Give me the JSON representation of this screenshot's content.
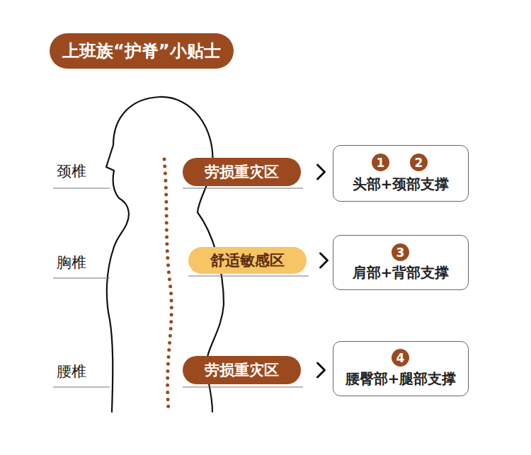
{
  "diagram": {
    "title": "上班族“护脊”小贴士",
    "nodes": [
      {
        "text": [
          "劳损重灾区"
        ]
      },
      {
        "text": [
          "头部+颈部支撑"
        ]
      },
      {
        "text": [
          "1"
        ],
        "in": 1
      },
      {
        "text": [
          "2"
        ],
        "in": 1
      },
      {
        "text": [
          "舒适敏感区"
        ]
      },
      {
        "text": [
          "肩部+背部支撑"
        ]
      },
      {
        "text": [
          "3"
        ],
        "in": 5
      },
      {
        "text": [
          "劳损重灾区"
        ]
      },
      {
        "text": [
          "腰臀部+腿部支撑"
        ]
      },
      {
        "text": [
          "4"
        ],
        "in": 8
      }
    ],
    "edges": [
      {
        "from": 0,
        "to": 1,
        "arrow": "to"
      },
      {
        "from": 4,
        "to": 5,
        "arrow": "to"
      },
      {
        "from": 7,
        "to": 8,
        "arrow": "to"
      }
    ],
    "labels": [
      "颈椎",
      "胸椎",
      "腰椎"
    ]
  }
}
